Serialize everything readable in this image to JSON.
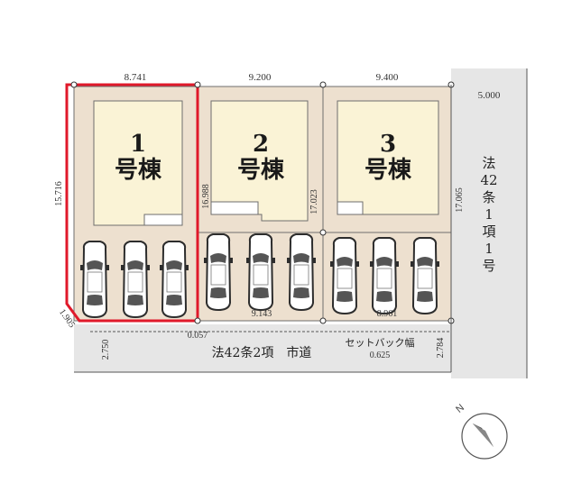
{
  "lots": [
    {
      "number": "1",
      "label": "号棟",
      "frontage": "8.741",
      "depth": "15.716"
    },
    {
      "number": "2",
      "label": "号棟",
      "frontage": "9.200",
      "left_depth": "16.988",
      "right_depth": "17.023",
      "road_side": "9.143"
    },
    {
      "number": "3",
      "label": "号棟",
      "frontage": "9.400",
      "depth": "17.065",
      "road_side": "8.961"
    }
  ],
  "dimensions": {
    "corner_cut": "1.905",
    "road_offset": "0.057",
    "road_width_left": "2.750",
    "road_width_right": "2.784",
    "side_road_width": "5.000"
  },
  "front_road": {
    "label": "法42条2項　市道",
    "setback_label": "セットバック幅",
    "setback_value": "0.625"
  },
  "side_road": {
    "chars": [
      "法",
      "42",
      "条",
      "1",
      "項",
      "1",
      "号"
    ]
  },
  "compass": {
    "label": "N"
  },
  "colors": {
    "lot_fill": "#ede0cf",
    "house_fill": "#faf3d6",
    "road_fill": "#e6e6e6",
    "highlight": "#e0192a",
    "boundary": "#6e6e6e"
  }
}
